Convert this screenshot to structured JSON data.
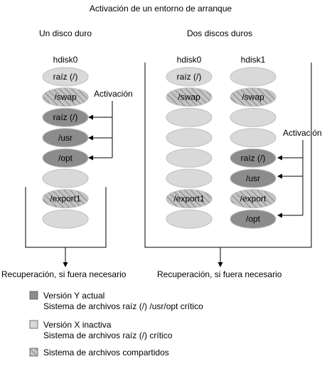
{
  "title": "Activación de un entorno de arranque",
  "left": {
    "heading": "Un disco duro",
    "disk_label": "hdisk0",
    "activation_label": "Activación",
    "recovery_label": "Recuperación, si fuera necesario",
    "slices": [
      {
        "label": "raíz (/)",
        "kind": "inactive"
      },
      {
        "label": "/swap",
        "kind": "shared"
      },
      {
        "label": "raíz (/)",
        "kind": "current"
      },
      {
        "label": "/usr",
        "kind": "current"
      },
      {
        "label": "/opt",
        "kind": "current"
      },
      {
        "label": "",
        "kind": "inactive"
      },
      {
        "label": "/export1",
        "kind": "shared"
      },
      {
        "label": "",
        "kind": "inactive"
      }
    ]
  },
  "right": {
    "heading": "Dos discos duros",
    "activation_label": "Activación",
    "recovery_label": "Recuperación, si fuera necesario",
    "disk0": {
      "label": "hdisk0",
      "slices": [
        {
          "label": "raíz (/)",
          "kind": "inactive"
        },
        {
          "label": "/swap",
          "kind": "shared"
        },
        {
          "label": "",
          "kind": "inactive"
        },
        {
          "label": "",
          "kind": "inactive"
        },
        {
          "label": "",
          "kind": "inactive"
        },
        {
          "label": "",
          "kind": "inactive"
        },
        {
          "label": "/export1",
          "kind": "shared"
        },
        {
          "label": "",
          "kind": "inactive"
        }
      ]
    },
    "disk1": {
      "label": "hdisk1",
      "slices": [
        {
          "label": "",
          "kind": "inactive"
        },
        {
          "label": "/swap",
          "kind": "shared"
        },
        {
          "label": "",
          "kind": "inactive"
        },
        {
          "label": "",
          "kind": "inactive"
        },
        {
          "label": "raíz (/)",
          "kind": "current"
        },
        {
          "label": "/usr",
          "kind": "current"
        },
        {
          "label": "/export",
          "kind": "shared"
        },
        {
          "label": "/opt",
          "kind": "current"
        }
      ]
    }
  },
  "legend": [
    {
      "kind": "current",
      "line1": "Versión Y actual",
      "line2": "Sistema de archivos raíz (/) /usr/opt crítico"
    },
    {
      "kind": "inactive",
      "line1": "Versión X inactiva",
      "line2": "Sistema de archivos raíz (/) crítico"
    },
    {
      "kind": "shared",
      "line1": "Sistema de archivos compartidos",
      "line2": ""
    }
  ],
  "colors": {
    "current": "#8c8c8c",
    "inactive": "#d9d9d9",
    "shared_base": "#c4c4c4",
    "hatch": "#8a8a8a",
    "line": "#000000",
    "outline": "#bfbfbf"
  }
}
